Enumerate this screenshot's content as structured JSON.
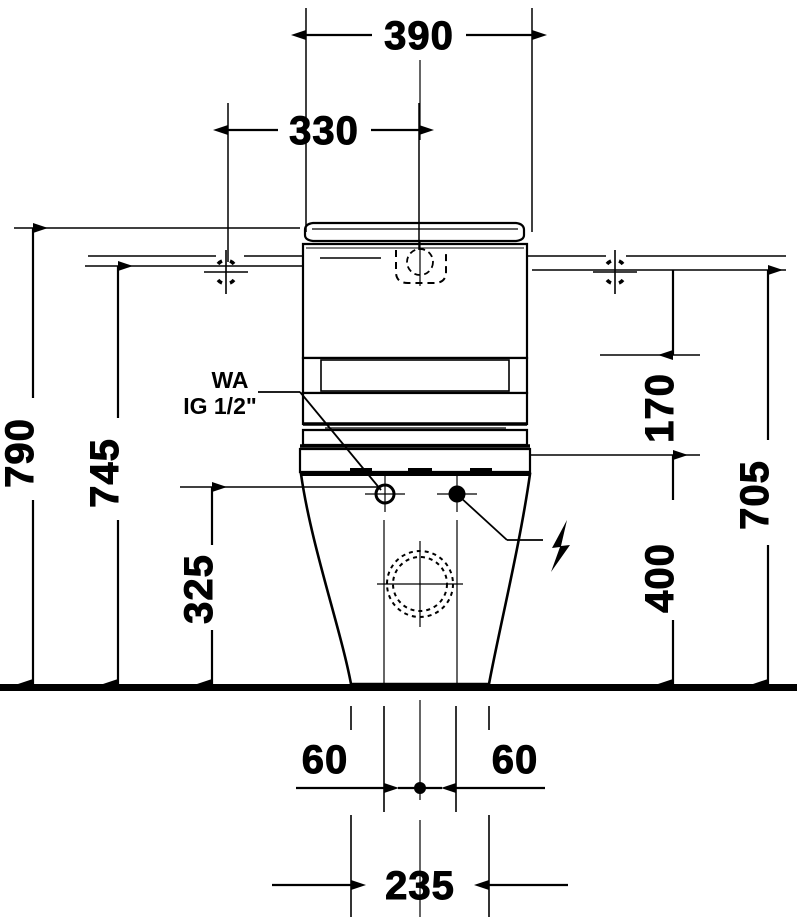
{
  "drawing": {
    "type": "technical-dimension-drawing",
    "subject": "close-coupled toilet front elevation",
    "units": "mm",
    "background_color": "#ffffff",
    "line_color": "#000000",
    "dimensions": {
      "width_390": "390",
      "width_330": "330",
      "height_790": "790",
      "height_745": "745",
      "height_325": "325",
      "height_170": "170",
      "height_400": "400",
      "height_705": "705",
      "offset_left_60": "60",
      "offset_right_60": "60",
      "width_235": "235"
    },
    "annotations": {
      "supply_line_1": "WA",
      "supply_line_2": "IG 1/2\"",
      "electrical_symbol": "lightning-bolt"
    }
  }
}
